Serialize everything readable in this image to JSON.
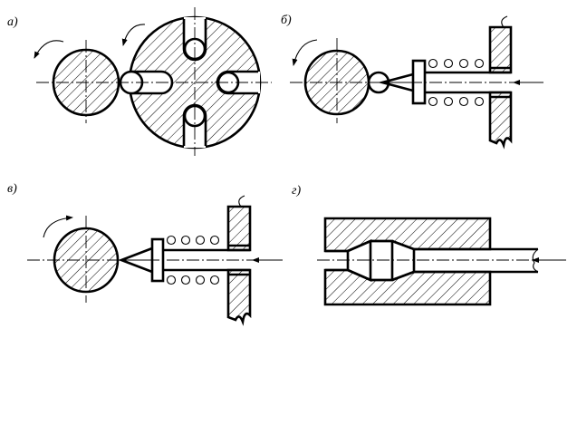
{
  "figure": {
    "panels": [
      {
        "id": "a",
        "label": "а)"
      },
      {
        "id": "b",
        "label": "б)"
      },
      {
        "id": "v",
        "label": "в)"
      },
      {
        "id": "g",
        "label": "г)"
      }
    ],
    "colors": {
      "line": "#000000",
      "background": "#ffffff"
    },
    "icons": [
      "rotation-arrow-icon",
      "force-arrow-icon",
      "hatching-pattern"
    ]
  }
}
